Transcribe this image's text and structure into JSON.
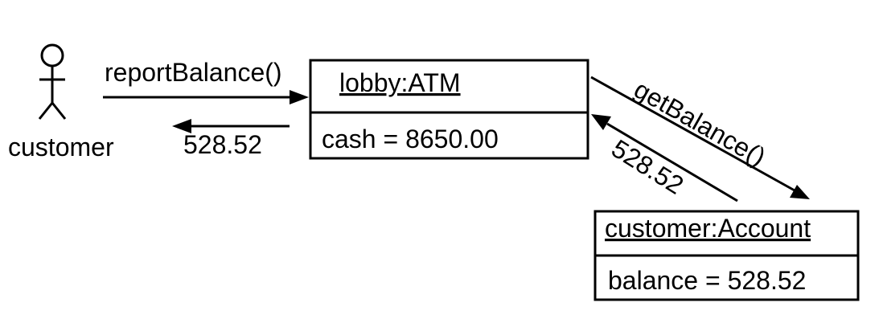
{
  "actor": {
    "label": "customer"
  },
  "atm": {
    "name": "lobby:ATM",
    "attribute": "cash = 8650.00"
  },
  "account": {
    "name": "customer:Account",
    "attribute": "balance = 528.52"
  },
  "messages": {
    "report_call": "reportBalance()",
    "report_return": "528.52",
    "get_call": "getBalance()",
    "get_return": "528.52"
  }
}
